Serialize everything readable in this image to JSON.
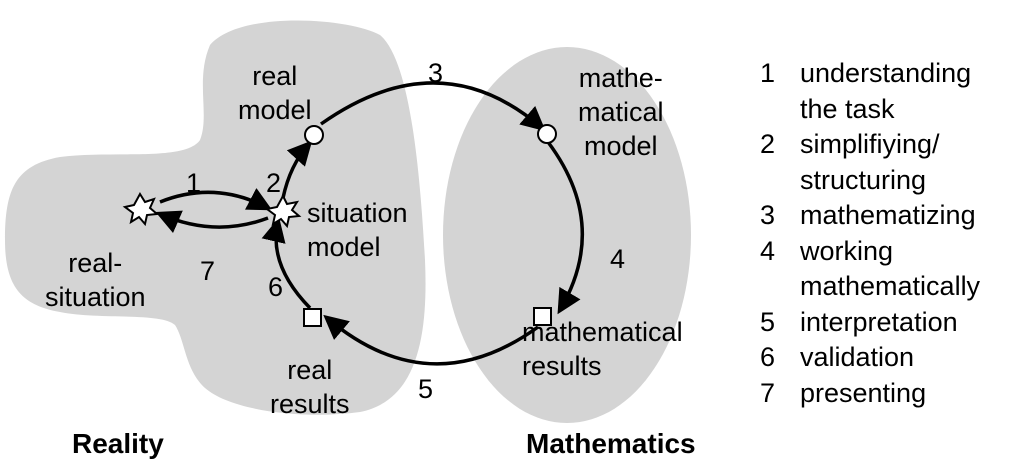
{
  "regions": {
    "reality": "Reality",
    "mathematics": "Mathematics"
  },
  "nodes": {
    "real_situation": "real-\nsituation",
    "situation_model": "situation\nmodel",
    "real_model": "real\nmodel",
    "mathematical_model": "mathe-\nmatical\nmodel",
    "mathematical_results": "mathematical\nresults",
    "real_results": "real\nresults"
  },
  "step_numbers": {
    "s1": "1",
    "s2": "2",
    "s3": "3",
    "s4": "4",
    "s5": "5",
    "s6": "6",
    "s7": "7"
  },
  "legend": [
    {
      "num": "1",
      "text": "understanding\nthe task"
    },
    {
      "num": "2",
      "text": "simplifiying/\nstructuring"
    },
    {
      "num": "3",
      "text": "mathematizing"
    },
    {
      "num": "4",
      "text": "working\nmathematically"
    },
    {
      "num": "5",
      "text": "interpretation"
    },
    {
      "num": "6",
      "text": "validation"
    },
    {
      "num": "7",
      "text": "presenting"
    }
  ],
  "colors": {
    "region_fill": "#d4d4d4",
    "stroke": "#000000"
  }
}
